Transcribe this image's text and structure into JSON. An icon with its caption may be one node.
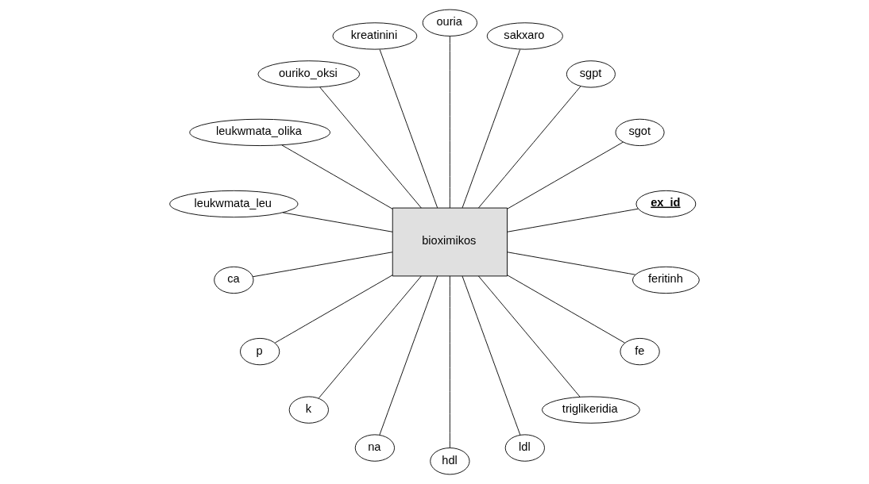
{
  "diagram": {
    "nodes": [
      {
        "text": [
          "bioximikos"
        ]
      },
      {
        "text": [
          "ex_id"
        ]
      },
      {
        "text": [
          "sgot"
        ]
      },
      {
        "text": [
          "sgpt"
        ]
      },
      {
        "text": [
          "sakxaro"
        ]
      },
      {
        "text": [
          "ouria"
        ]
      },
      {
        "text": [
          "kreatinini"
        ]
      },
      {
        "text": [
          "ouriko_oksi"
        ]
      },
      {
        "text": [
          "leukwmata_olika"
        ]
      },
      {
        "text": [
          "leukwmata_leu"
        ]
      },
      {
        "text": [
          "ca"
        ]
      },
      {
        "text": [
          "p"
        ]
      },
      {
        "text": [
          "k"
        ]
      },
      {
        "text": [
          "na"
        ]
      },
      {
        "text": [
          "hdl"
        ]
      },
      {
        "text": [
          "ldl"
        ]
      },
      {
        "text": [
          "triglikeridia"
        ]
      },
      {
        "text": [
          "fe"
        ]
      },
      {
        "text": [
          "feritinh"
        ]
      }
    ],
    "edges": [
      {
        "from": 1,
        "to": 0,
        "arrow": "none"
      },
      {
        "from": 2,
        "to": 0,
        "arrow": "none"
      },
      {
        "from": 3,
        "to": 0,
        "arrow": "none"
      },
      {
        "from": 4,
        "to": 0,
        "arrow": "none"
      },
      {
        "from": 5,
        "to": 0,
        "arrow": "none"
      },
      {
        "from": 6,
        "to": 0,
        "arrow": "none"
      },
      {
        "from": 7,
        "to": 0,
        "arrow": "none"
      },
      {
        "from": 8,
        "to": 0,
        "arrow": "none"
      },
      {
        "from": 9,
        "to": 0,
        "arrow": "none"
      },
      {
        "from": 10,
        "to": 0,
        "arrow": "none"
      },
      {
        "from": 11,
        "to": 0,
        "arrow": "none"
      },
      {
        "from": 12,
        "to": 0,
        "arrow": "none"
      },
      {
        "from": 13,
        "to": 0,
        "arrow": "none"
      },
      {
        "from": 14,
        "to": 0,
        "arrow": "none"
      },
      {
        "from": 15,
        "to": 0,
        "arrow": "none"
      },
      {
        "from": 16,
        "to": 0,
        "arrow": "none"
      },
      {
        "from": 17,
        "to": 0,
        "arrow": "none"
      },
      {
        "from": 18,
        "to": 0,
        "arrow": "none"
      }
    ]
  }
}
